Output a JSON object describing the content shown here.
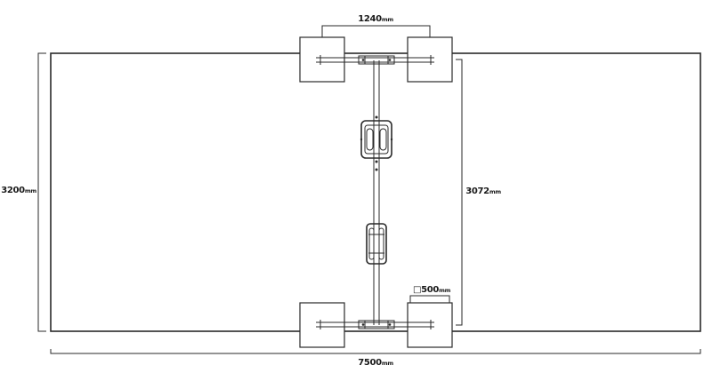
{
  "diagram": {
    "dimensions": {
      "total_length": {
        "value": "7500",
        "unit": "mm"
      },
      "total_width": {
        "value": "3200",
        "unit": "mm"
      },
      "rail_span": {
        "value": "3072",
        "unit": "mm"
      },
      "pad_spacing": {
        "value": "1240",
        "unit": "mm"
      },
      "pad_size": {
        "prefix": "□",
        "value": "500",
        "unit": "mm"
      }
    }
  }
}
